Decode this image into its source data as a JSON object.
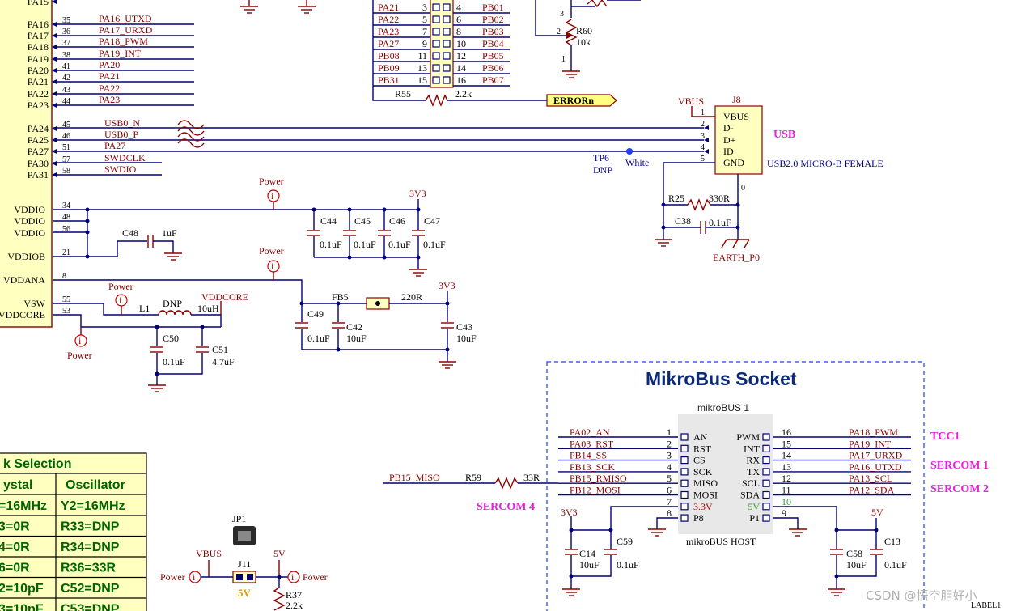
{
  "mcu_pins": [
    {
      "name": "PA15",
      "num": "",
      "net": ""
    },
    {
      "name": "PA16",
      "num": "35",
      "net": "PA16_UTXD"
    },
    {
      "name": "PA17",
      "num": "36",
      "net": "PA17_URXD"
    },
    {
      "name": "PA18",
      "num": "37",
      "net": "PA18_PWM"
    },
    {
      "name": "PA19",
      "num": "38",
      "net": "PA19_INT"
    },
    {
      "name": "PA20",
      "num": "41",
      "net": "PA20"
    },
    {
      "name": "PA21",
      "num": "42",
      "net": "PA21"
    },
    {
      "name": "PA22",
      "num": "43",
      "net": "PA22"
    },
    {
      "name": "PA23",
      "num": "44",
      "net": "PA23"
    },
    {
      "name": "PA24",
      "num": "45",
      "net": "USB0_N"
    },
    {
      "name": "PA25",
      "num": "46",
      "net": "USB0_P"
    },
    {
      "name": "PA27",
      "num": "51",
      "net": "PA27"
    },
    {
      "name": "PA30",
      "num": "57",
      "net": "SWDCLK"
    },
    {
      "name": "PA31",
      "num": "58",
      "net": "SWDIO"
    },
    {
      "name": "VDDIO",
      "num": "34",
      "net": ""
    },
    {
      "name": "VDDIO",
      "num": "48",
      "net": ""
    },
    {
      "name": "VDDIO",
      "num": "56",
      "net": ""
    },
    {
      "name": "VDDIOB",
      "num": "21",
      "net": ""
    },
    {
      "name": "VDDANA",
      "num": "8",
      "net": ""
    },
    {
      "name": "VSW",
      "num": "55",
      "net": ""
    },
    {
      "name": "VDDCORE",
      "num": "53",
      "net": ""
    }
  ],
  "header_pins": [
    {
      "left_net": "PA21",
      "left_num": "3",
      "right_num": "4",
      "right_net": "PB01"
    },
    {
      "left_net": "PA22",
      "left_num": "5",
      "right_num": "6",
      "right_net": "PB02"
    },
    {
      "left_net": "PA23",
      "left_num": "7",
      "right_num": "8",
      "right_net": "PB03"
    },
    {
      "left_net": "PA27",
      "left_num": "9",
      "right_num": "10",
      "right_net": "PB04"
    },
    {
      "left_net": "PB08",
      "left_num": "11",
      "right_num": "12",
      "right_net": "PB05"
    },
    {
      "left_net": "PB09",
      "left_num": "13",
      "right_num": "14",
      "right_net": "PB06"
    },
    {
      "left_net": "PB31",
      "left_num": "15",
      "right_num": "16",
      "right_net": "PB07"
    }
  ],
  "r55": {
    "ref": "R55",
    "value": "2.2k",
    "net": "ERRORn"
  },
  "r60": {
    "ref": "R60",
    "value": "10k",
    "pin1": "1",
    "pin2": "2",
    "pin3": "3"
  },
  "usb": {
    "title": "USB",
    "ref": "J8",
    "pins": [
      {
        "num": "1",
        "name": "VBUS"
      },
      {
        "num": "2",
        "name": "D-"
      },
      {
        "num": "3",
        "name": "D+"
      },
      {
        "num": "4",
        "name": "ID"
      },
      {
        "num": "5",
        "name": "GND"
      }
    ],
    "part": "USB2.0 MICRO-B FEMALE",
    "vbus": "VBUS",
    "shield_pin": "0",
    "earth": "EARTH_P0",
    "tp_ref": "TP6",
    "tp_value": "DNP",
    "tp_color": "White",
    "r25": "R25",
    "r25_value": "330R",
    "c38": "C38",
    "c38_value": "0.1uF"
  },
  "power": {
    "power_label": "Power",
    "rail_3v3": "3V3",
    "c48": "C48",
    "c48_value": "1uF",
    "caps": [
      {
        "ref": "C44",
        "value": "0.1uF"
      },
      {
        "ref": "C45",
        "value": "0.1uF"
      },
      {
        "ref": "C46",
        "value": "0.1uF"
      },
      {
        "ref": "C47",
        "value": "0.1uF"
      }
    ],
    "l1": "L1",
    "l1_dnp": "DNP",
    "l1_value": "10uH",
    "vddcore": "VDDCORE",
    "c50": "C50",
    "c50_value": "0.1uF",
    "c51": "C51",
    "c51_value": "4.7uF",
    "fb5": "FB5",
    "fb5_value": "220R",
    "c49": "C49",
    "c49_value": "0.1uF",
    "c42": "C42",
    "c42_value": "10uF",
    "c43": "C43",
    "c43_value": "10uF"
  },
  "clock_table": {
    "title": "k Selection",
    "headers": [
      "ystal",
      "Oscillator"
    ],
    "rows": [
      [
        "=16MHz",
        "Y2=16MHz"
      ],
      [
        "3=0R",
        "R33=DNP"
      ],
      [
        "4=0R",
        "R34=DNP"
      ],
      [
        "6=0R",
        "R36=33R"
      ],
      [
        "2=10pF",
        "C52=DNP"
      ],
      [
        "3=10pF",
        "C53=DNP"
      ]
    ]
  },
  "jumper": {
    "jp1": "JP1",
    "j11": "J11",
    "vbus": "VBUS",
    "v5": "5V",
    "label5v": "5V",
    "r37": "R37",
    "r37_value": "2.2k",
    "power": "Power"
  },
  "mikrobus": {
    "title": "MikroBus Socket",
    "ref": "mikroBUS 1",
    "host": "mikroBUS HOST",
    "left": [
      {
        "net": "PA02_AN",
        "num": "1",
        "name": "AN"
      },
      {
        "net": "PA03_RST",
        "num": "2",
        "name": "RST"
      },
      {
        "net": "PB14_SS",
        "num": "3",
        "name": "CS"
      },
      {
        "net": "PB13_SCK",
        "num": "4",
        "name": "SCK"
      },
      {
        "net": "PB15_RMISO",
        "num": "5",
        "name": "MISO"
      },
      {
        "net": "PB12_MOSI",
        "num": "6",
        "name": "MOSI"
      },
      {
        "net": "",
        "num": "7",
        "name": "3.3V"
      },
      {
        "net": "",
        "num": "8",
        "name": "P8"
      }
    ],
    "right": [
      {
        "net": "PA18_PWM",
        "num": "16",
        "name": "PWM"
      },
      {
        "net": "PA19_INT",
        "num": "15",
        "name": "INT"
      },
      {
        "net": "PA17_URXD",
        "num": "14",
        "name": "RX"
      },
      {
        "net": "PA16_UTXD",
        "num": "13",
        "name": "TX"
      },
      {
        "net": "PA13_SCL",
        "num": "12",
        "name": "SCL"
      },
      {
        "net": "PA12_SDA",
        "num": "11",
        "name": "SDA"
      },
      {
        "net": "",
        "num": "10",
        "name": "5V"
      },
      {
        "net": "",
        "num": "9",
        "name": "P1"
      }
    ],
    "miso_net": "PB15_MISO",
    "r59": "R59",
    "r59_value": "33R",
    "tcc1": "TCC1",
    "sercom1": "SERCOM 1",
    "sercom2": "SERCOM 2",
    "sercom4": "SERCOM 4",
    "rail_3v3": "3V3",
    "rail_5v": "5V",
    "c14": "C14",
    "c14_value": "10uF",
    "c59": "C59",
    "c59_value": "0.1uF",
    "c58": "C58",
    "c58_value": "10uF",
    "c13": "C13",
    "c13_value": "0.1uF",
    "label": "LABEL1"
  },
  "watermark": "CSDN @悟空胆好小"
}
